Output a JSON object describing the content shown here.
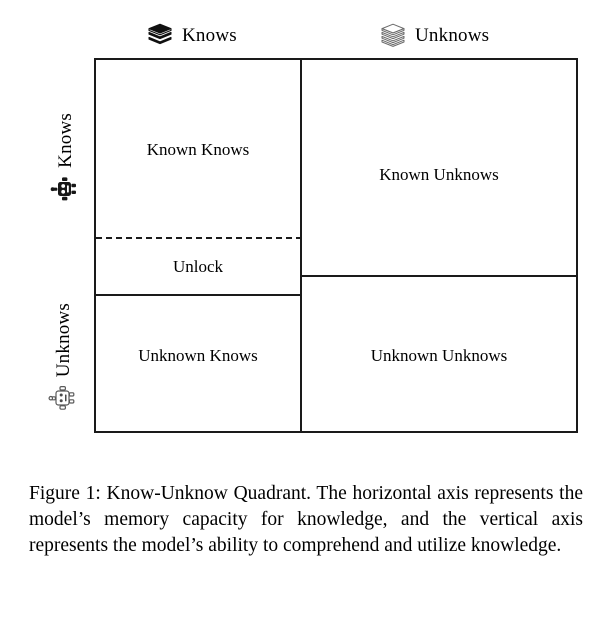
{
  "figure": {
    "column_headers": [
      {
        "label": "Knows",
        "icon": "filled-book-stack-icon"
      },
      {
        "label": "Unknows",
        "icon": "outline-book-stack-icon"
      }
    ],
    "row_labels": [
      {
        "label": "Knows",
        "icon": "filled-robot-icon"
      },
      {
        "label": "Unknows",
        "icon": "outline-robot-icon"
      }
    ],
    "cells": {
      "known_knows": "Known Knows",
      "unlock": "Unlock",
      "known_unknows": "Known Unknows",
      "unknown_knows": "Unknown Knows",
      "unknown_unknows": "Unknown Unknows"
    },
    "caption": "Figure 1: Know-Unknow Quadrant. The horizontal axis represents the model’s memory capacity for knowledge, and the vertical axis represents the model’s ability to comprehend and utilize knowledge.",
    "colors": {
      "line": "#1a1a1a",
      "text": "#000000",
      "background": "#ffffff"
    }
  }
}
